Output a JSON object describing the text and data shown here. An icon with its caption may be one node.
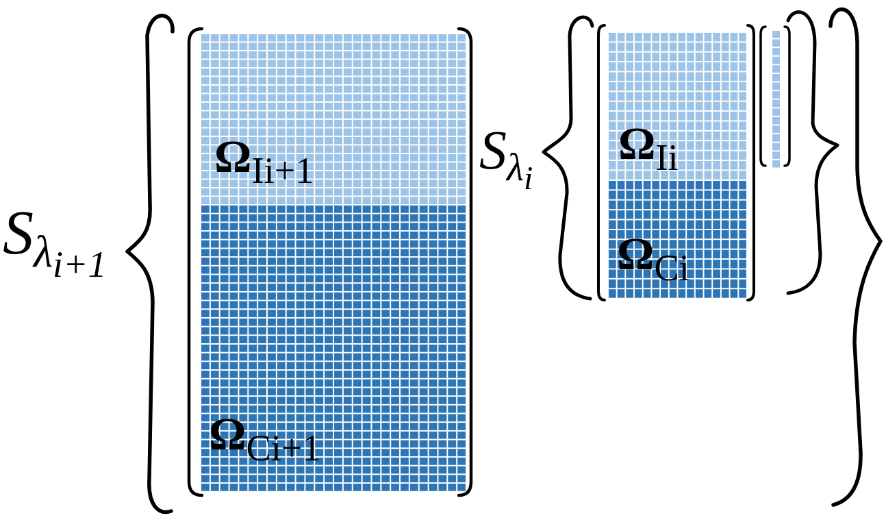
{
  "diagram": {
    "nodes": [
      {
        "text": [
          "**Ω**$_{Ii+1}$"
        ]
      },
      {
        "text": [
          "**Ω**$_{Ci+1}$"
        ]
      },
      {
        "text": [
          "**Ω**$_{Ii}$"
        ]
      },
      {
        "text": [
          "**Ω**$_{Ci}$"
        ]
      },
      {
        "text": [],
        "shape": "bar"
      }
    ],
    "labels": [
      "*S*$_{λ}$$_{i+1}$",
      "*S*$_{λ}$$_{i}$"
    ]
  }
}
